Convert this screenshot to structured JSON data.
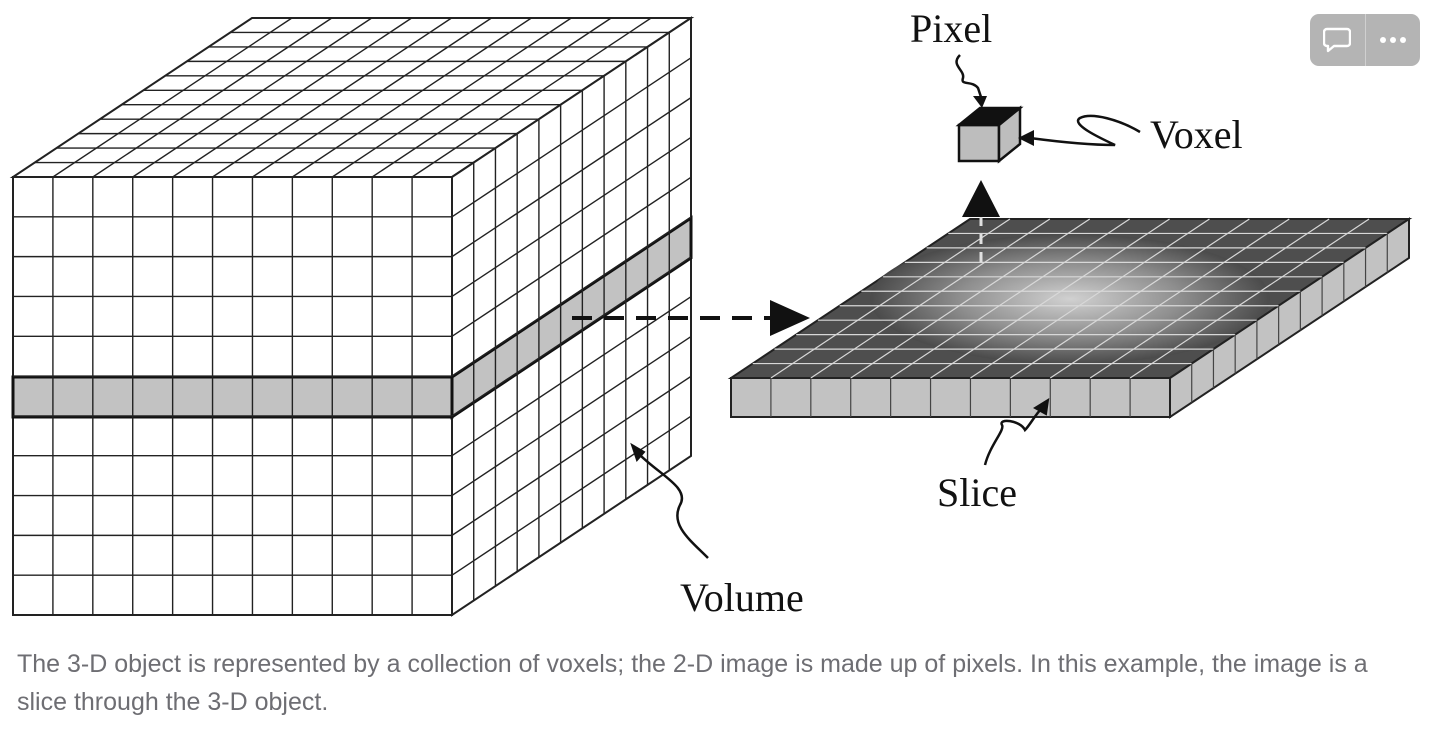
{
  "figure": {
    "labels": {
      "pixel": "Pixel",
      "voxel": "Voxel",
      "volume": "Volume",
      "slice": "Slice"
    },
    "colors": {
      "grid_line": "#222222",
      "highlight_band": "#c2c2c2",
      "slice_top": "#505050",
      "slice_side": "#c2c2c2",
      "voxel_top": "#111111",
      "voxel_face": "#bdbdbd"
    }
  },
  "caption": "The 3-D object is represented by a collection of voxels; the 2-D image is made up of pixels. In this example, the image is a slice through the 3-D object.",
  "toolbar": {
    "comment_icon": "speech-bubble-icon",
    "more_icon": "ellipsis-icon"
  }
}
